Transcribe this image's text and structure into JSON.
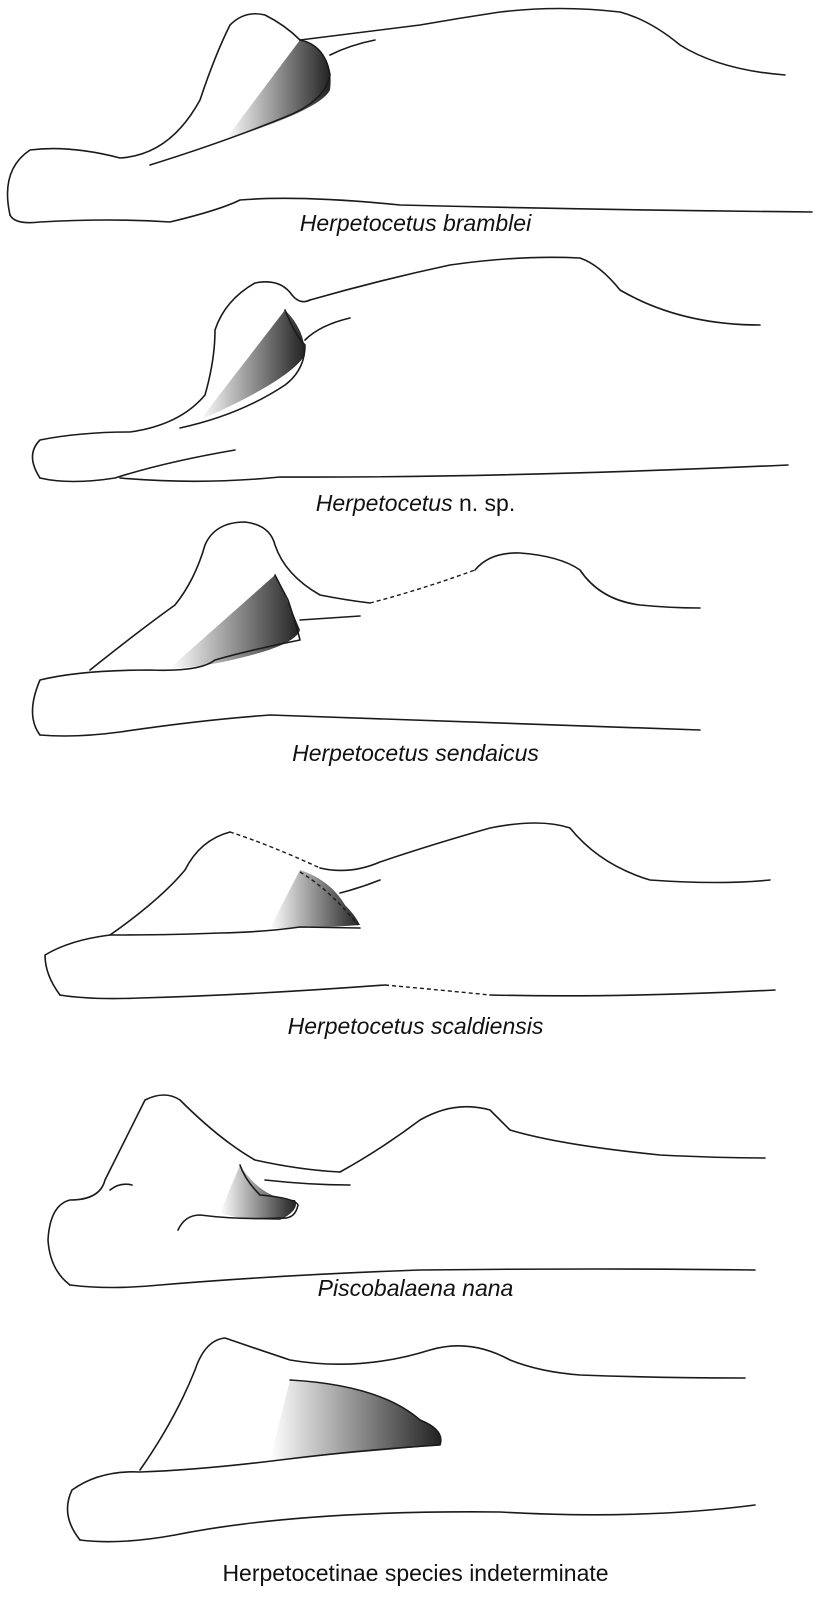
{
  "figure": {
    "panels": [
      {
        "id": "bramblei",
        "genus": "Herpetocetus",
        "rest": " bramblei",
        "italic_rest": true
      },
      {
        "id": "nsp",
        "genus": "Herpetocetus",
        "rest": " n. sp.",
        "italic_rest": false
      },
      {
        "id": "sendaicus",
        "genus": "Herpetocetus",
        "rest": " sendaicus",
        "italic_rest": true
      },
      {
        "id": "scaldiensis",
        "genus": "Herpetocetus",
        "rest": " scaldiensis",
        "italic_rest": true
      },
      {
        "id": "piscobalaena",
        "genus": "Piscobalaena",
        "rest": " nana",
        "italic_rest": true
      },
      {
        "id": "indet",
        "genus": "",
        "rest": "Herpetocetinae species indeterminate",
        "italic_rest": false
      }
    ],
    "colors": {
      "outline": "#1a1a1a",
      "shade_dark": "#1a1a1a",
      "shade_light": "#ffffff"
    }
  }
}
